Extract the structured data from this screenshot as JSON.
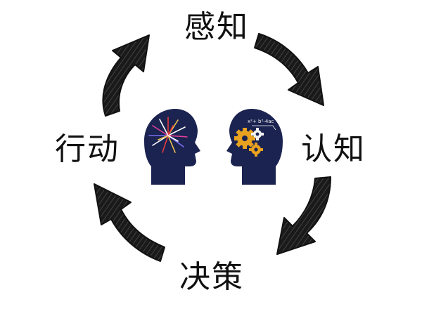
{
  "cycle": {
    "stages": {
      "top": "感知",
      "right": "认知",
      "bottom": "决策",
      "left": "行动"
    },
    "formula_text": "x²+ b²-4ac",
    "colors": {
      "head_fill": "#1b2350",
      "arrow_fill": "#151515",
      "gear_primary": "#e8a21f",
      "gear_secondary": "#f2f2f2",
      "firework": [
        "#e53b3b",
        "#f2c14e",
        "#ffffff",
        "#7b6cf0",
        "#e0409a"
      ]
    },
    "icons": [
      "firework-brain-icon",
      "gears-brain-icon",
      "cycle-arrow-icon"
    ]
  }
}
